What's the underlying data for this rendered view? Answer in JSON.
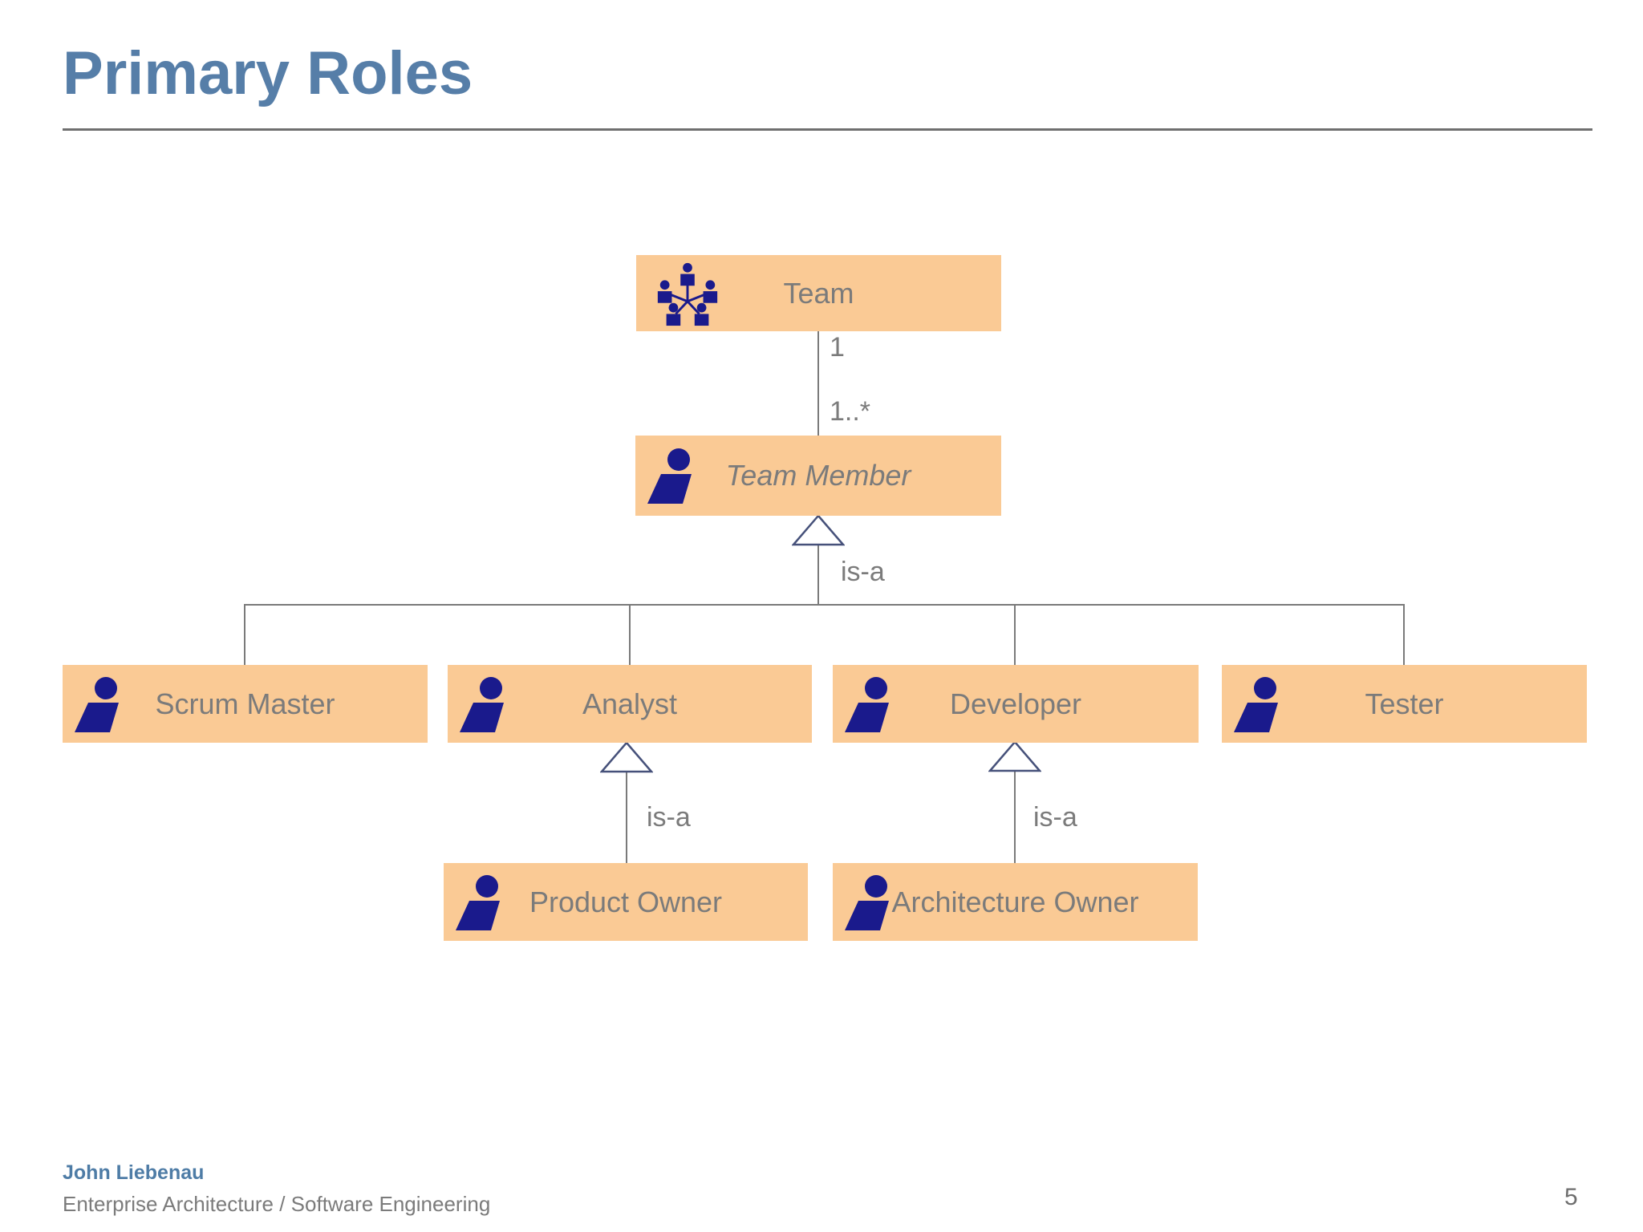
{
  "slide": {
    "title": "Primary Roles",
    "page_number": "5",
    "footer": {
      "author": "John Liebenau",
      "subtitle": "Enterprise Architecture / Software Engineering"
    }
  },
  "colors": {
    "title_blue": "#567EA8",
    "footer_blue": "#4E7CA6",
    "box_fill_peach": "#FACA95",
    "icon_navy": "#1A1A8C",
    "label_gray": "#7B7B7B",
    "line_gray": "#7A7A7A",
    "triangle_stroke": "#46517A"
  },
  "diagram": {
    "nodes": [
      {
        "id": "team",
        "label": "Team",
        "icon": "team-network-icon"
      },
      {
        "id": "team-member",
        "label": "Team Member",
        "icon": "person-icon",
        "italic": true
      },
      {
        "id": "scrum-master",
        "label": "Scrum Master",
        "icon": "person-icon"
      },
      {
        "id": "analyst",
        "label": "Analyst",
        "icon": "person-icon"
      },
      {
        "id": "developer",
        "label": "Developer",
        "icon": "person-icon"
      },
      {
        "id": "tester",
        "label": "Tester",
        "icon": "person-icon"
      },
      {
        "id": "product-owner",
        "label": "Product Owner",
        "icon": "person-icon"
      },
      {
        "id": "architecture-owner",
        "label": "Architecture Owner",
        "icon": "person-icon"
      }
    ],
    "relations": {
      "team_to_team_member": {
        "parent_multiplicity": "1",
        "child_multiplicity": "1..*"
      },
      "isa_labels": [
        "is-a",
        "is-a",
        "is-a"
      ]
    }
  }
}
